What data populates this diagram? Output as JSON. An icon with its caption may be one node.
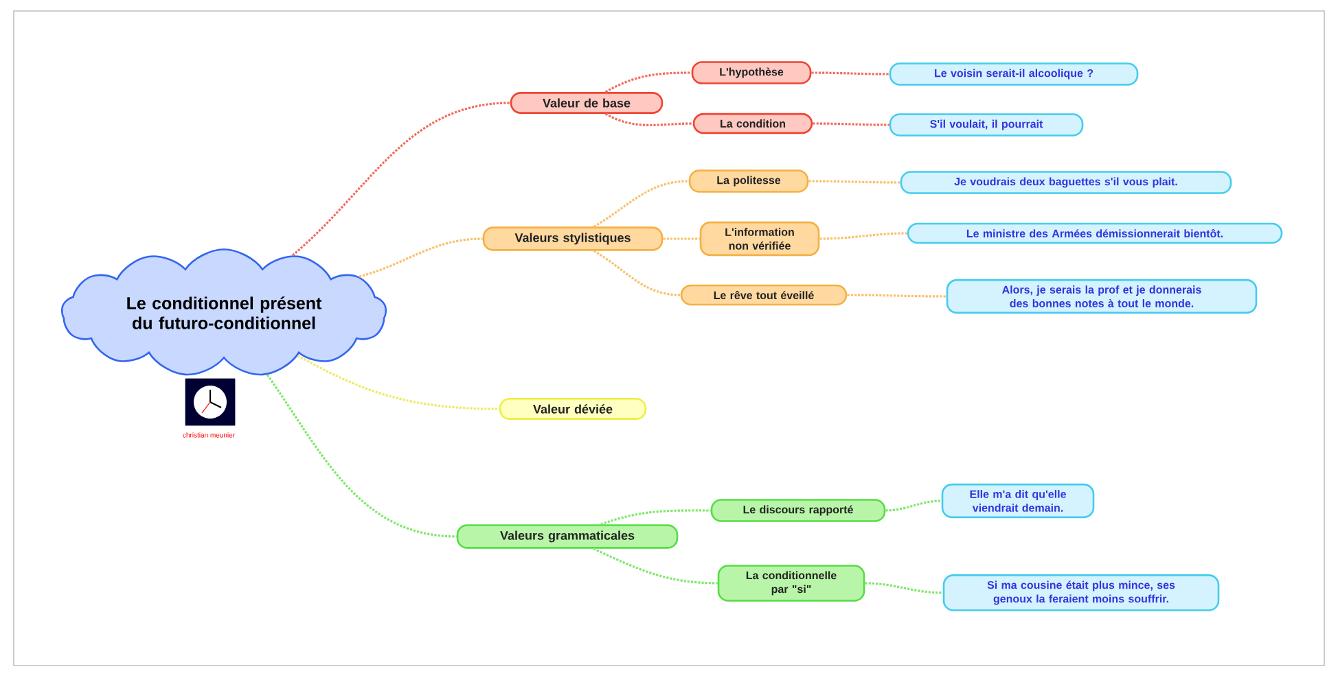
{
  "diagram": {
    "nodes": [
      {
        "text": [
          "Le conditionnel présent du futuro-conditionnel"
        ]
      },
      {
        "text": [
          "Valeur de base"
        ]
      },
      {
        "text": [
          "L'hypothèse"
        ]
      },
      {
        "text": [
          "La condition"
        ]
      },
      {
        "text": [
          "Le voisin serait-il alcoolique ?"
        ]
      },
      {
        "text": [
          "S'il voulait, il pourrait"
        ]
      },
      {
        "text": [
          "Valeurs stylistiques"
        ]
      },
      {
        "text": [
          "La politesse"
        ]
      },
      {
        "text": [
          "L'information non vérifiée"
        ]
      },
      {
        "text": [
          "Le rêve tout éveillé"
        ]
      },
      {
        "text": [
          "Je voudrais deux baguettes s'il vous plait."
        ]
      },
      {
        "text": [
          "Le ministre des Armées démissionnerait bientôt."
        ]
      },
      {
        "text": [
          "Alors, je serais la prof et je donnerais des bonnes notes à tout le monde."
        ]
      },
      {
        "text": [
          "Valeur déviée"
        ]
      },
      {
        "text": [
          "Valeurs grammaticales"
        ]
      },
      {
        "text": [
          "Le discours rapporté"
        ]
      },
      {
        "text": [
          "La conditionnelle par \"si\""
        ]
      },
      {
        "text": [
          "Elle m'a dit qu'elle viendrait demain."
        ]
      },
      {
        "text": [
          "Si ma cousine était plus mince, ses genoux la feraient moins souffrir."
        ]
      }
    ],
    "edges": [
      {
        "from": 0,
        "to": 1,
        "arrow": "none",
        "color": "#f26b5b"
      },
      {
        "from": 1,
        "to": 2,
        "arrow": "none",
        "color": "#f26b5b"
      },
      {
        "from": 1,
        "to": 3,
        "arrow": "none",
        "color": "#f26b5b"
      },
      {
        "from": 2,
        "to": 4,
        "arrow": "none",
        "color": "#f26b5b"
      },
      {
        "from": 3,
        "to": 5,
        "arrow": "none",
        "color": "#f26b5b"
      },
      {
        "from": 0,
        "to": 6,
        "arrow": "none",
        "color": "#f9c06a"
      },
      {
        "from": 6,
        "to": 7,
        "arrow": "none",
        "color": "#f9c06a"
      },
      {
        "from": 6,
        "to": 8,
        "arrow": "none",
        "color": "#f9c06a"
      },
      {
        "from": 6,
        "to": 9,
        "arrow": "none",
        "color": "#f9c06a"
      },
      {
        "from": 7,
        "to": 10,
        "arrow": "none",
        "color": "#f9c06a"
      },
      {
        "from": 8,
        "to": 11,
        "arrow": "none",
        "color": "#f9c06a"
      },
      {
        "from": 9,
        "to": 12,
        "arrow": "none",
        "color": "#f9c06a"
      },
      {
        "from": 0,
        "to": 13,
        "arrow": "none",
        "color": "#eeea66"
      },
      {
        "from": 0,
        "to": 14,
        "arrow": "none",
        "color": "#7ee86a"
      },
      {
        "from": 14,
        "to": 15,
        "arrow": "none",
        "color": "#7ee86a"
      },
      {
        "from": 14,
        "to": 16,
        "arrow": "none",
        "color": "#7ee86a"
      },
      {
        "from": 15,
        "to": 17,
        "arrow": "none",
        "color": "#7ee86a"
      },
      {
        "from": 16,
        "to": 18,
        "arrow": "none",
        "color": "#7ee86a"
      }
    ],
    "labels": [
      "christian meunier"
    ]
  }
}
